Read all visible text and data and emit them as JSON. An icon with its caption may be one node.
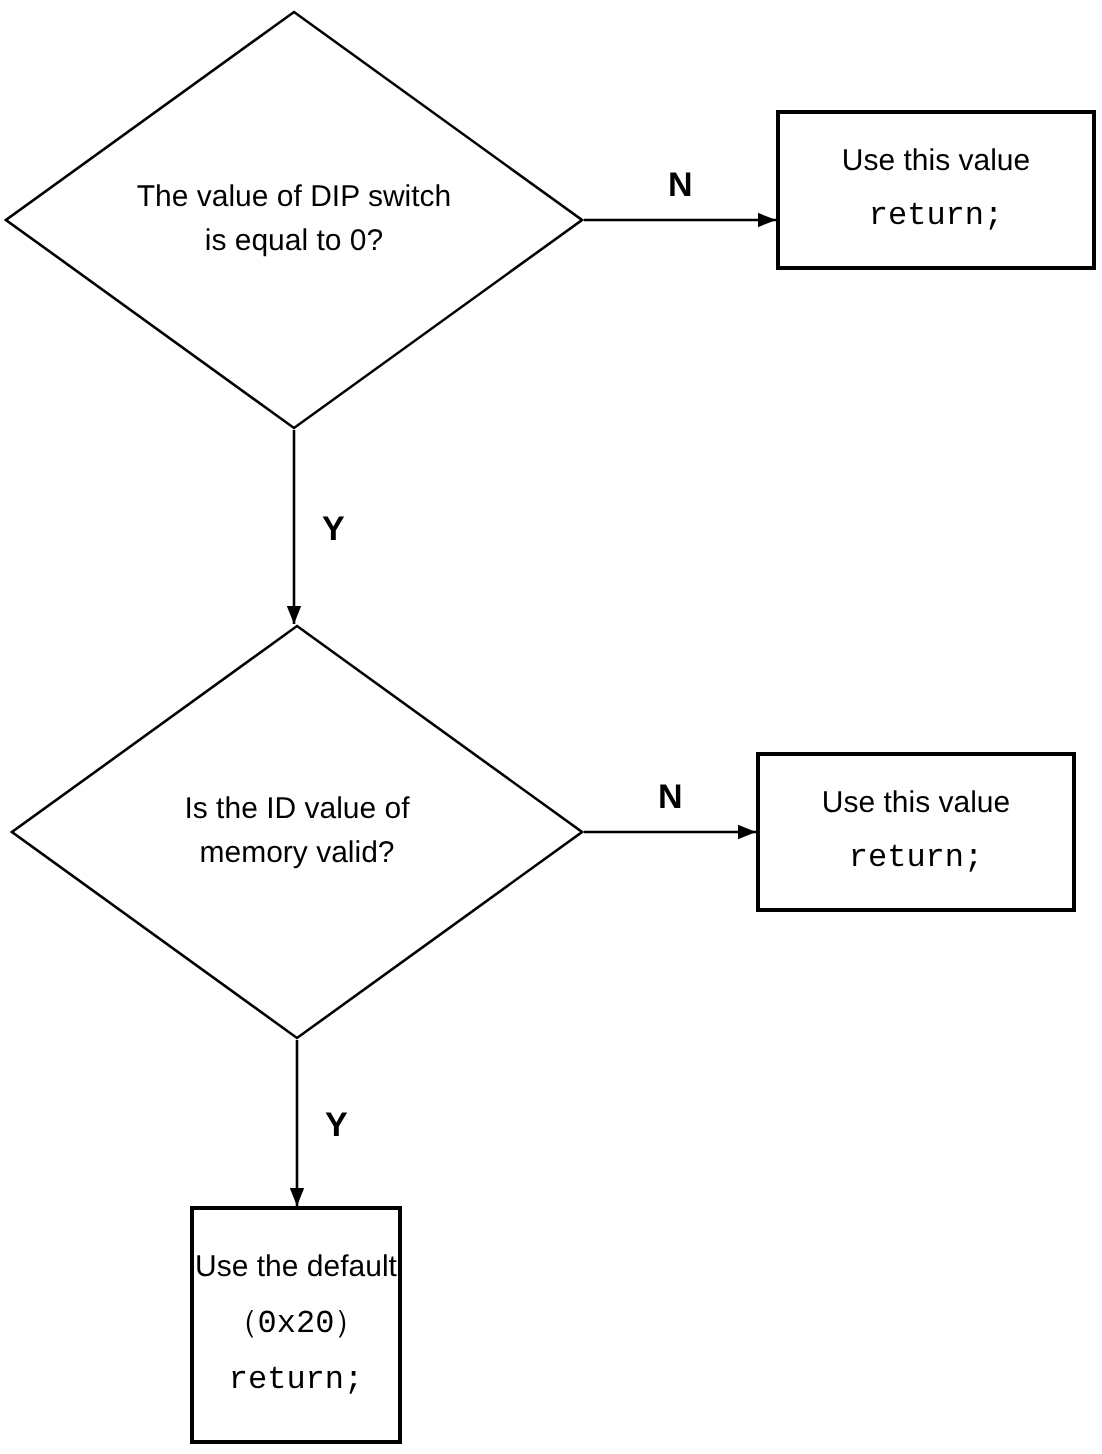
{
  "diagram": {
    "nodes": [
      {
        "text": [
          "The value of DIP switch is equal to 0?"
        ]
      },
      {
        "text": [
          "Use this value",
          "return;"
        ]
      },
      {
        "text": [
          "Is the ID value of memory valid?"
        ]
      },
      {
        "text": [
          "Use this value",
          "return;"
        ]
      },
      {
        "text": [
          "Use the default",
          "（0x20）",
          "return;"
        ]
      }
    ],
    "edges": [
      {
        "from": 0,
        "to": 1,
        "arrow": "to",
        "label": "N"
      },
      {
        "from": 0,
        "to": 2,
        "arrow": "to",
        "label": "Y"
      },
      {
        "from": 2,
        "to": 3,
        "arrow": "to",
        "label": "N"
      },
      {
        "from": 2,
        "to": 4,
        "arrow": "to",
        "label": "Y"
      }
    ]
  }
}
